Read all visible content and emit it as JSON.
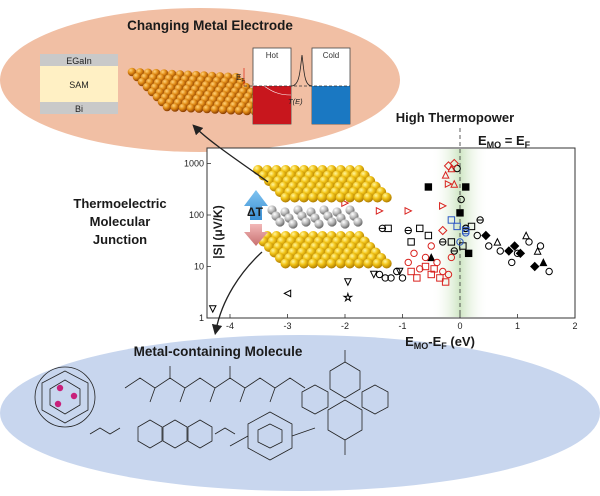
{
  "top_panel": {
    "title": "Changing Metal Electrode",
    "stack": [
      "EGaIn",
      "SAM",
      "Bi"
    ],
    "hot_label": "Hot",
    "cold_label": "Cold",
    "fermi_label": "E",
    "fermi_sub": "F",
    "transmission_label": "T(E)"
  },
  "center": {
    "junction_label": [
      "Thermoelectric",
      "Molecular",
      "Junction"
    ],
    "delta_t": "ΔT",
    "high_thermopower": "High Thermopower",
    "condition_main": "E",
    "condition_sub1": "MO",
    "condition_mid": " = E",
    "condition_sub2": "F"
  },
  "bottom_panel": {
    "title": "Metal-containing Molecule"
  },
  "colors": {
    "top_ellipse": "#f1bfa4",
    "bottom_ellipse": "#c8d6ee",
    "hot_red": "#c8161d",
    "cold_blue": "#1a78c2",
    "green_band": "#d9ecd2",
    "marker_red": "#d9231f",
    "marker_blue": "#2a55c4"
  },
  "chart_data": {
    "type": "scatter",
    "xlabel_main": "E",
    "xlabel_sub1": "MO",
    "xlabel_mid": "-E",
    "xlabel_sub2": "F",
    "xlabel_unit": " (eV)",
    "ylabel": "|S| (μV/K)",
    "xlim": [
      -4.4,
      2
    ],
    "ylim": [
      1,
      2000
    ],
    "log_y": true,
    "x_ticks": [
      "-4",
      "-3",
      "-2",
      "-1",
      "0",
      "1",
      "2"
    ],
    "x_tick_values": [
      -4,
      -3,
      -2,
      -1,
      0,
      1,
      2
    ],
    "y_ticks": [
      "1",
      "10",
      "100",
      "1000"
    ],
    "y_tick_values": [
      1,
      10,
      100,
      1000
    ],
    "vline_x": 0,
    "series": [
      {
        "marker": "circle-open",
        "color": "#000000",
        "x": [
          -1.4,
          -1.3,
          -1.2,
          -1.1,
          -1.0,
          0.3,
          0.5,
          0.7,
          0.9,
          1.0,
          1.2,
          1.4,
          1.55,
          -0.05,
          0.02,
          0.1
        ],
        "y": [
          7,
          6,
          6,
          8,
          6,
          40,
          25,
          20,
          12,
          18,
          30,
          25,
          8,
          800,
          200,
          55
        ]
      },
      {
        "marker": "square-open",
        "color": "#000000",
        "x": [
          -1.25,
          -0.85,
          -0.7,
          -0.55,
          0.05,
          -0.15,
          0.2
        ],
        "y": [
          55,
          30,
          55,
          40,
          25,
          30,
          60
        ]
      },
      {
        "marker": "square-filled",
        "color": "#000000",
        "x": [
          -0.55,
          0.1,
          0.0,
          0.15
        ],
        "y": [
          350,
          350,
          110,
          18
        ]
      },
      {
        "marker": "diamond-filled",
        "color": "#000000",
        "x": [
          0.45,
          0.85,
          0.95,
          1.05,
          1.3
        ],
        "y": [
          40,
          20,
          25,
          18,
          10
        ]
      },
      {
        "marker": "triangle-open",
        "color": "#000000",
        "x": [
          0.65,
          1.15,
          1.35
        ],
        "y": [
          30,
          40,
          20
        ]
      },
      {
        "marker": "triangle-filled",
        "color": "#000000",
        "x": [
          -0.5,
          1.45
        ],
        "y": [
          15,
          12
        ]
      },
      {
        "marker": "triangle-down-open",
        "color": "#000000",
        "x": [
          -4.3,
          -2.9,
          -1.95,
          -1.5,
          -1.05
        ],
        "y": [
          1.5,
          12,
          5,
          7,
          8
        ]
      },
      {
        "marker": "triangle-left-open",
        "color": "#000000",
        "x": [
          -3.0
        ],
        "y": [
          3
        ]
      },
      {
        "marker": "star-open",
        "color": "#000000",
        "x": [
          -1.95
        ],
        "y": [
          2.5
        ]
      },
      {
        "marker": "circle-crossed",
        "color": "#000000",
        "x": [
          -1.35,
          -0.9,
          -0.3,
          0.1,
          0.35,
          -0.1
        ],
        "y": [
          55,
          50,
          30,
          55,
          80,
          20
        ]
      },
      {
        "marker": "circle-open",
        "color": "#d9231f",
        "x": [
          -0.9,
          -0.8,
          -0.7,
          -0.6,
          -0.5,
          -0.4,
          -0.3,
          -0.2,
          -0.15
        ],
        "y": [
          12,
          18,
          9,
          15,
          25,
          12,
          8,
          7,
          15
        ]
      },
      {
        "marker": "square-open",
        "color": "#d9231f",
        "x": [
          -0.85,
          -0.75,
          -0.6,
          -0.5,
          -0.45,
          -0.35,
          -0.25
        ],
        "y": [
          8,
          6,
          10,
          7,
          9,
          6,
          5
        ]
      },
      {
        "marker": "triangle-right-open",
        "color": "#d9231f",
        "x": [
          -2.0,
          -1.4,
          -0.9,
          -0.3,
          -0.2
        ],
        "y": [
          170,
          120,
          120,
          150,
          400
        ]
      },
      {
        "marker": "triangle-up-open",
        "color": "#d9231f",
        "x": [
          -0.25,
          -0.15,
          -0.1
        ],
        "y": [
          600,
          800,
          400
        ]
      },
      {
        "marker": "diamond-open",
        "color": "#d9231f",
        "x": [
          -0.2,
          -0.1,
          -0.3
        ],
        "y": [
          900,
          1000,
          50
        ]
      },
      {
        "marker": "square-open",
        "color": "#2a55c4",
        "x": [
          -0.15,
          0.1,
          -0.05
        ],
        "y": [
          80,
          50,
          60
        ]
      },
      {
        "marker": "circle-open",
        "color": "#2a55c4",
        "x": [
          0.0,
          0.1
        ],
        "y": [
          30,
          45
        ]
      }
    ]
  }
}
